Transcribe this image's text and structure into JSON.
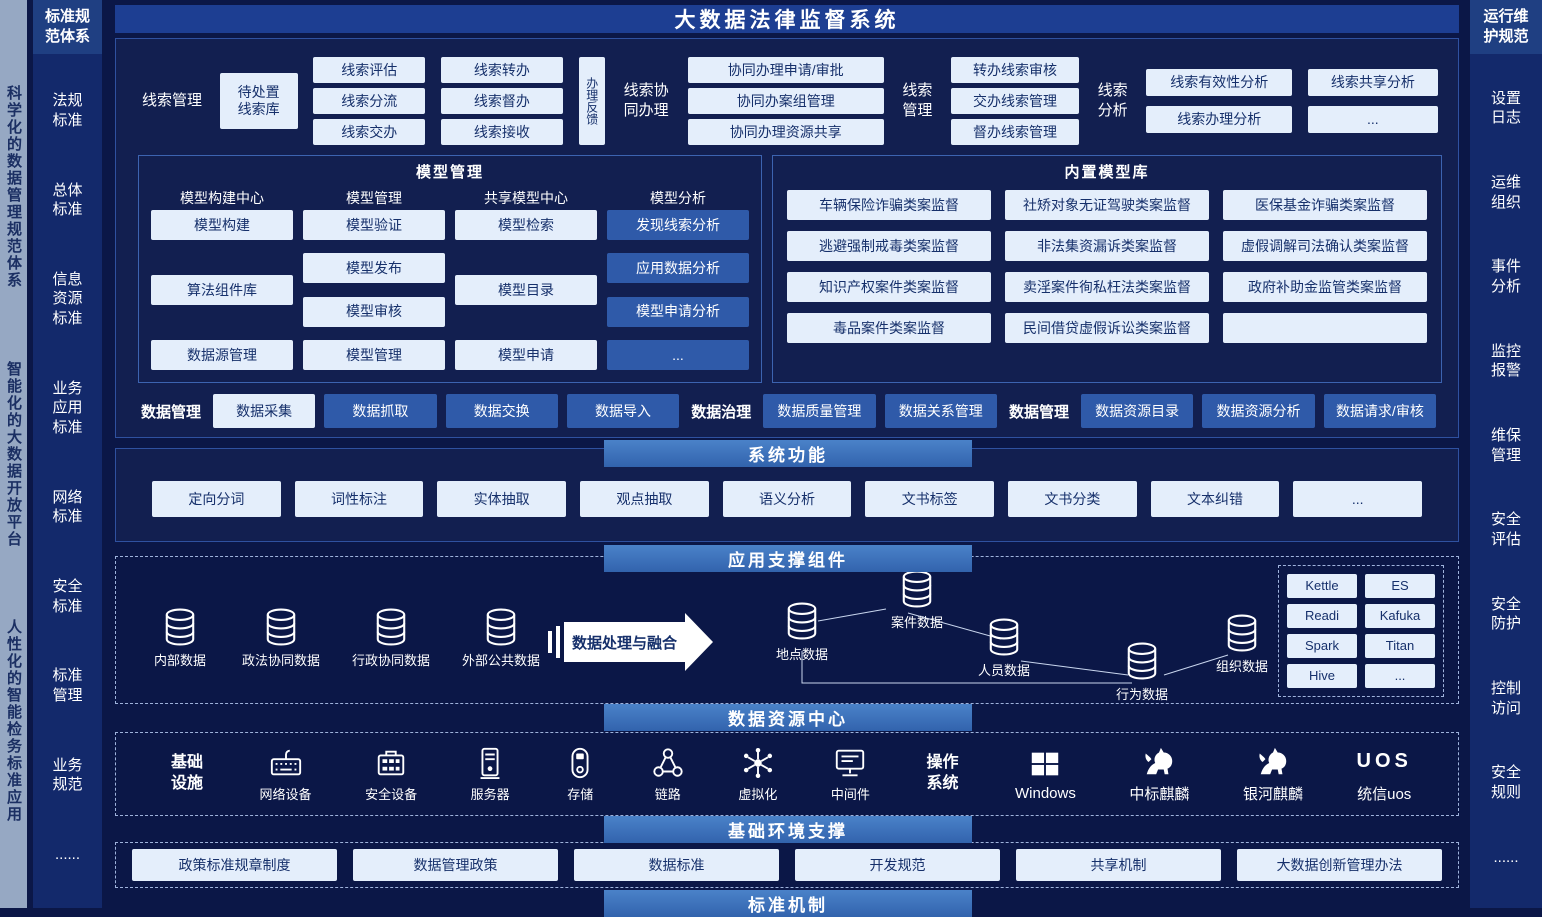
{
  "colors": {
    "background": "#0b1747",
    "panel": "#121f50",
    "panel_border": "#2f51a0",
    "title_bar": "#1d3e92",
    "section_bar": "#3c72bc",
    "light_box": "#e4eefb",
    "light_box_text": "#16306b",
    "blue_box": "#2f5aa9",
    "left_rail": "#96a8c3",
    "sidebar": "#13296b"
  },
  "left_rail": {
    "phrases": [
      "科学化的数据管理规范体系",
      "智能化的大数据开放平台",
      "人性化的智能检务标准应用"
    ]
  },
  "standards_sidebar": {
    "title": "标准规范体系",
    "items": [
      "法规标准",
      "总体标准",
      "信息资源标准",
      "业务应用标准",
      "网络标准",
      "安全标准",
      "标准管理",
      "业务规范",
      "......"
    ]
  },
  "ops_sidebar": {
    "title": "运行维护规范",
    "items": [
      "设置日志",
      "运维组织",
      "事件分析",
      "监控报警",
      "维保管理",
      "安全评估",
      "安全防护",
      "控制访问",
      "安全规则",
      "......"
    ]
  },
  "header": {
    "title": "大数据法律监督系统"
  },
  "clue": {
    "mgmt_label": "线索管理",
    "pending": "待处置线索库",
    "col_a": [
      "线索评估",
      "线索分流",
      "线索交办"
    ],
    "col_b": [
      "线索转办",
      "线索督办",
      "线索接收"
    ],
    "feedback": "办理反馈",
    "collab_label": "线索协同办理",
    "collab_items": [
      "协同办理申请/审批",
      "协同办案组管理",
      "协同办理资源共享"
    ],
    "mgmt2_label": "线索管理",
    "mgmt2_items": [
      "转办线索审核",
      "交办线索管理",
      "督办线索管理"
    ],
    "analysis_label": "线索分析",
    "analysis_col1": [
      "线索有效性分析",
      "线索办理分析"
    ],
    "analysis_col2": [
      "线索共享分析",
      "..."
    ]
  },
  "model": {
    "title": "模型管理",
    "columns": [
      {
        "header": "模型构建中心",
        "items": [
          "模型构建",
          "算法组件库",
          "数据源管理"
        ]
      },
      {
        "header": "模型管理",
        "items": [
          "模型验证",
          "模型发布",
          "模型审核",
          "模型管理"
        ]
      },
      {
        "header": "共享模型中心",
        "items": [
          "模型检索",
          "模型目录",
          "模型申请"
        ]
      },
      {
        "header": "模型分析",
        "items": [
          "发现线索分析",
          "应用数据分析",
          "模型申请分析",
          "..."
        ]
      }
    ]
  },
  "library": {
    "title": "内置模型库",
    "items": [
      "车辆保险诈骗类案监督",
      "社矫对象无证驾驶类案监督",
      "医保基金诈骗类案监督",
      "逃避强制戒毒类案监督",
      "非法集资漏诉类案监督",
      "虚假调解司法确认类案监督",
      "知识产权案件类案监督",
      "卖淫案件徇私枉法类案监督",
      "政府补助金监管类案监督",
      "毒品案件类案监督",
      "民间借贷虚假诉讼类案监督",
      ""
    ]
  },
  "data_row": {
    "items": [
      {
        "label": "数据管理",
        "type": "label"
      },
      {
        "label": "数据采集",
        "type": "light"
      },
      {
        "label": "数据抓取",
        "type": "blue"
      },
      {
        "label": "数据交换",
        "type": "blue"
      },
      {
        "label": "数据导入",
        "type": "blue"
      },
      {
        "label": "数据治理",
        "type": "label"
      },
      {
        "label": "数据质量管理",
        "type": "blue"
      },
      {
        "label": "数据关系管理",
        "type": "blue"
      },
      {
        "label": "数据管理",
        "type": "label"
      },
      {
        "label": "数据资源目录",
        "type": "blue"
      },
      {
        "label": "数据资源分析",
        "type": "blue"
      },
      {
        "label": "数据请求/审核",
        "type": "blue"
      }
    ]
  },
  "sysfunc": {
    "title": "系统功能",
    "items": [
      "定向分词",
      "词性标注",
      "实体抽取",
      "观点抽取",
      "语义分析",
      "文书标签",
      "文书分类",
      "文本纠错",
      "..."
    ]
  },
  "app": {
    "title": "应用支撑组件",
    "sources": [
      "内部数据",
      "政法协同数据",
      "行政协同数据",
      "外部公共数据"
    ],
    "arrow_label": "数据处理与融合",
    "nodes": [
      "案件数据",
      "地点数据",
      "人员数据",
      "行为数据",
      "组织数据"
    ],
    "tools": [
      "Kettle",
      "ES",
      "Readi",
      "Kafuka",
      "Spark",
      "Titan",
      "Hive",
      "..."
    ]
  },
  "data_center": {
    "title": "数据资源中心"
  },
  "infra": {
    "label": "基础设施",
    "devices": [
      "网络设备",
      "安全设备",
      "服务器",
      "存储",
      "链路",
      "虚拟化",
      "中间件"
    ],
    "os_label": "操作系统",
    "windows": "Windows",
    "kylin1": "中标麒麟",
    "kylin2": "银河麒麟",
    "uos_logo": "UOS",
    "uos_label": "统信uos"
  },
  "base_env": {
    "title": "基础环境支撑",
    "items": [
      "政策标准规章制度",
      "数据管理政策",
      "数据标准",
      "开发规范",
      "共享机制",
      "大数据创新管理办法"
    ]
  },
  "mechanism": {
    "title": "标准机制"
  }
}
